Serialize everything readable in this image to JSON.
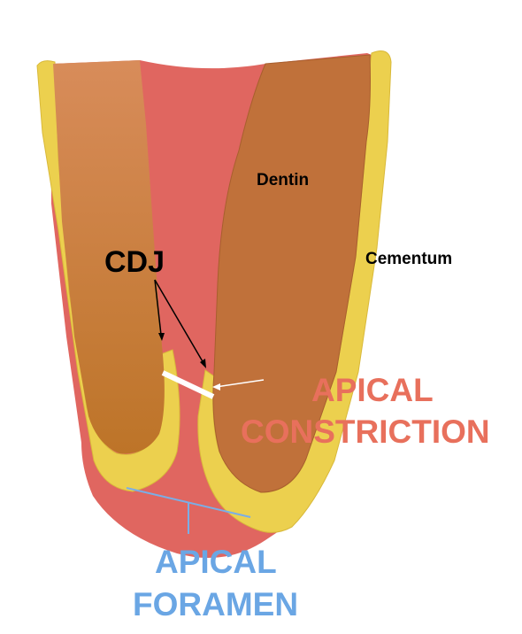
{
  "labels": {
    "dentin": "Dentin",
    "cementum": "Cementum",
    "cdj": "CDJ",
    "apical_constriction_line1": "APICAL",
    "apical_constriction_line2": "CONSTRICTION",
    "apical_foramen_line1": "APICAL",
    "apical_foramen_line2": "FORAMEN"
  },
  "colors": {
    "pulp": "#e06660",
    "dentin_left_light": "#d88a55",
    "dentin_left_dark": "#bd7730",
    "dentin_right": "#c0713a",
    "cementum": "#ecd04e",
    "cementum_stroke": "#d9b93a",
    "apical_constriction_text": "#e8705c",
    "apical_foramen_text": "#6aa6e4",
    "foramen_line": "#7aaee6",
    "pointer_black": "#000000",
    "constriction_marker": "#ffffff"
  }
}
